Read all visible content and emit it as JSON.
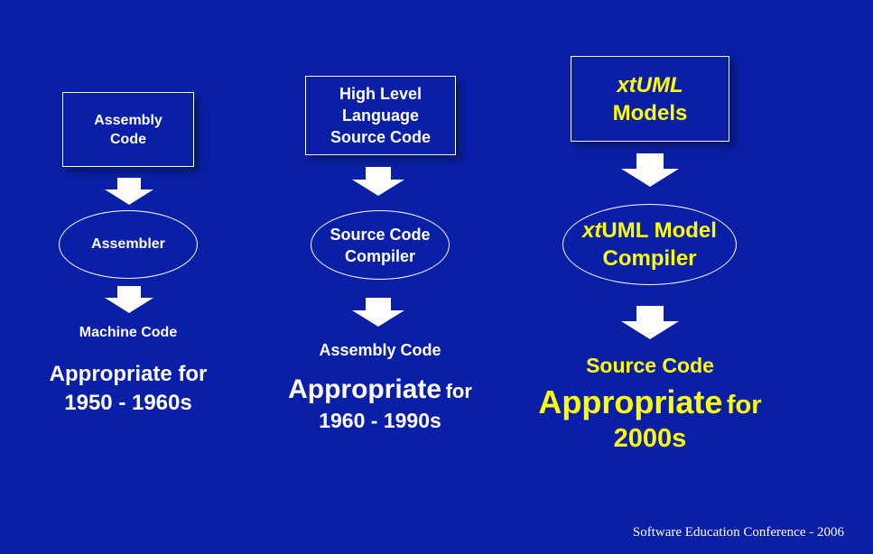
{
  "columns": [
    {
      "source_box": [
        "Assembly",
        "Code"
      ],
      "translator": [
        "Assembler"
      ],
      "output": "Machine Code",
      "appropriate": "Appropriate for",
      "era": "1950 - 1960s"
    },
    {
      "source_box": [
        "High Level",
        "Language",
        "Source Code"
      ],
      "translator": [
        "Source Code",
        "Compiler"
      ],
      "output": "Assembly Code",
      "appropriate": "Appropriate",
      "appropriate_for": "for",
      "era": "1960 - 1990s"
    },
    {
      "source_box": [
        "xtUML",
        "Models"
      ],
      "translator_prefix": "xt",
      "translator_rest": "UML Model",
      "translator_line2": "Compiler",
      "output": "Source Code",
      "appropriate": "Appropriate",
      "appropriate_for": "for",
      "era": "2000s"
    }
  ],
  "footer": "Software Education Conference - 2006",
  "colors": {
    "background": "#0a1fa8",
    "highlight": "#ffff00",
    "text": "#ffffff"
  }
}
